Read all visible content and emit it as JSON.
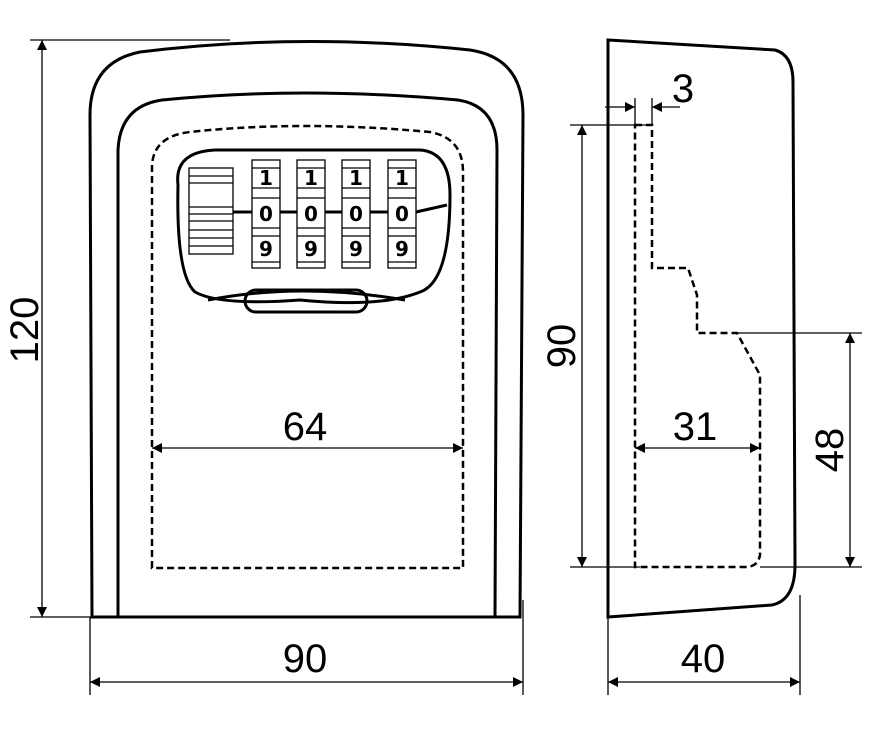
{
  "front_view": {
    "height_label": "120",
    "width_label": "90",
    "inner_width_label": "64",
    "dials": [
      {
        "top": "1",
        "middle": "0",
        "bottom": "9"
      },
      {
        "top": "1",
        "middle": "0",
        "bottom": "9"
      },
      {
        "top": "1",
        "middle": "0",
        "bottom": "9"
      },
      {
        "top": "1",
        "middle": "0",
        "bottom": "9"
      }
    ]
  },
  "side_view": {
    "wall_label": "3",
    "inner_height_label": "90",
    "inner_depth_label": "31",
    "lower_height_label": "48",
    "depth_label": "40"
  }
}
